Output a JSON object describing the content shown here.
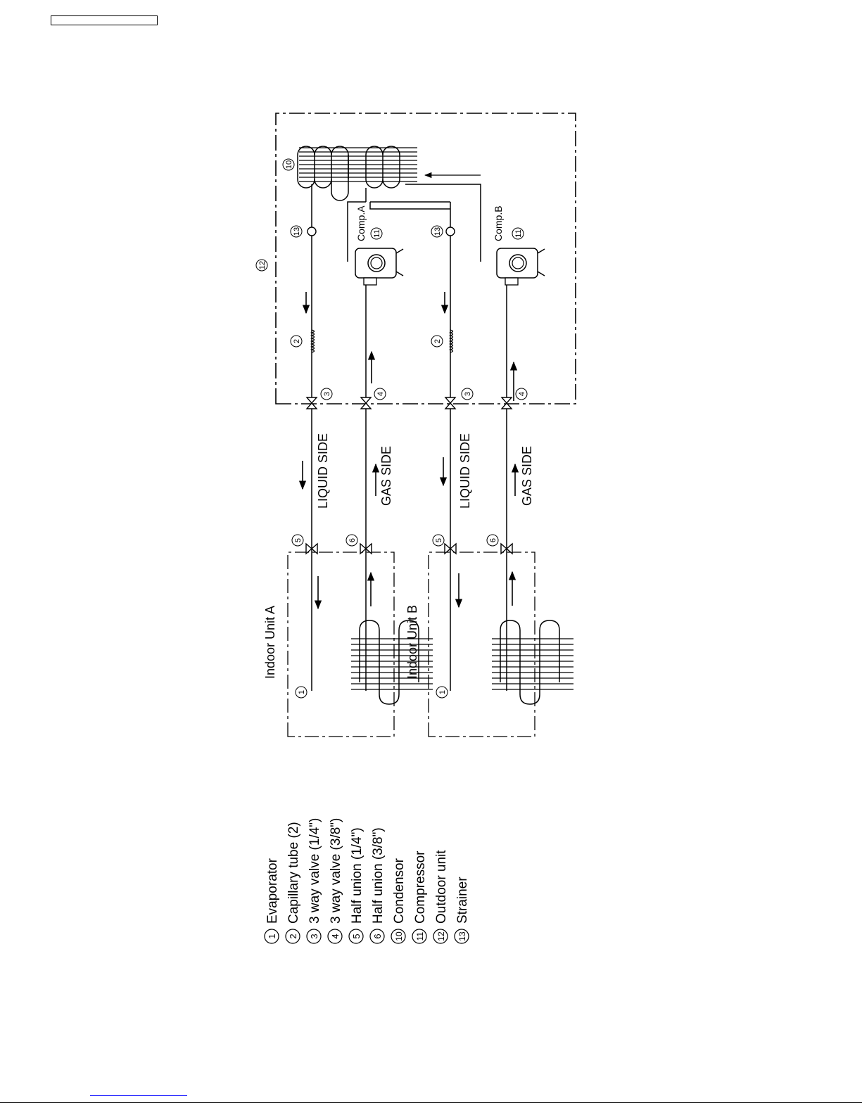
{
  "diagram": {
    "labels": {
      "indoor_unit_a": "Indoor Unit A",
      "indoor_unit_b": "Indoor Unit B",
      "liquid_side": "LIQUID SIDE",
      "gas_side": "GAS SIDE",
      "comp_a": "Comp.A",
      "comp_b": "Comp.B"
    },
    "legend": [
      {
        "num": "1",
        "text": "Evaporator"
      },
      {
        "num": "2",
        "text": "Capillary tube (2)"
      },
      {
        "num": "3",
        "text": "3 way valve (1/4\")"
      },
      {
        "num": "4",
        "text": "3 way valve (3/8\")"
      },
      {
        "num": "5",
        "text": "Half union (1/4\")"
      },
      {
        "num": "6",
        "text": "Half union (3/8\")"
      },
      {
        "num": "10",
        "text": "Condensor"
      },
      {
        "num": "11",
        "text": "Compressor"
      },
      {
        "num": "12",
        "text": "Outdoor unit"
      },
      {
        "num": "13",
        "text": "Strainer"
      }
    ]
  }
}
